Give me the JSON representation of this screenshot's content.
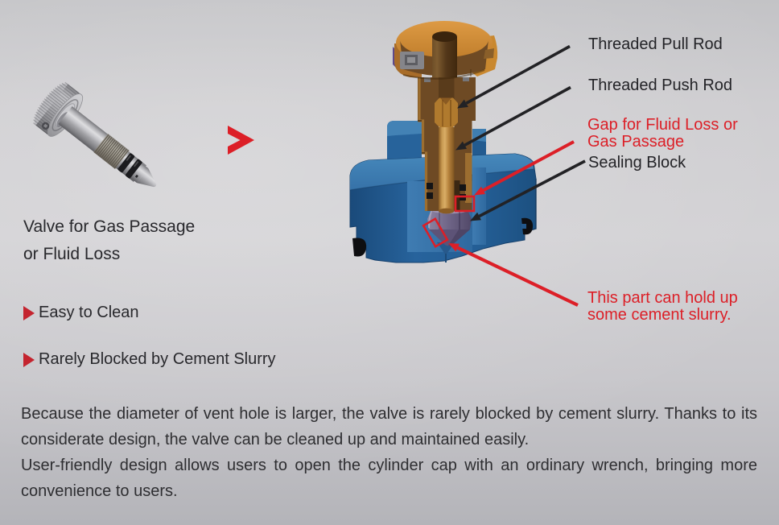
{
  "colors": {
    "accent_red": "#dc1f27",
    "bullet_red": "#c4242f",
    "label_black": "#232327",
    "body_text": "#2e2e31",
    "background_light": "#d2d1d4",
    "background_dark": "#b4b4b9",
    "valve_body_blue": "#2a669f",
    "rod_bronze": "#b5813b",
    "cap_orange": "#d3913c",
    "seal_purple": "#6e6486",
    "metal_gray": "#c6c6ca"
  },
  "left_figure": {
    "caption_lines": [
      "Valve for Gas Passage",
      "or Fluid Loss"
    ]
  },
  "transition_arrow": {
    "symbol": ">"
  },
  "callouts": {
    "pull_rod": {
      "label": "Threaded Pull Rod"
    },
    "push_rod": {
      "label": "Threaded Push Rod"
    },
    "gap": {
      "label_lines": [
        "Gap for Fluid Loss or",
        "Gas Passage"
      ]
    },
    "sealing_block": {
      "label": "Sealing Block"
    },
    "slurry": {
      "label_lines": [
        "This part can hold up",
        "some cement slurry."
      ]
    }
  },
  "features": [
    {
      "label": "Easy to Clean"
    },
    {
      "label": "Rarely Blocked by Cement Slurry"
    }
  ],
  "description": {
    "paragraphs": [
      "Because the diameter of vent hole is larger, the valve is rarely blocked by cement slurry. Thanks to its considerate design, the valve can be cleaned up and maintained easily.",
      "User-friendly design allows users to open the cylinder cap with an ordinary wrench, bringing more convenience to users."
    ]
  }
}
